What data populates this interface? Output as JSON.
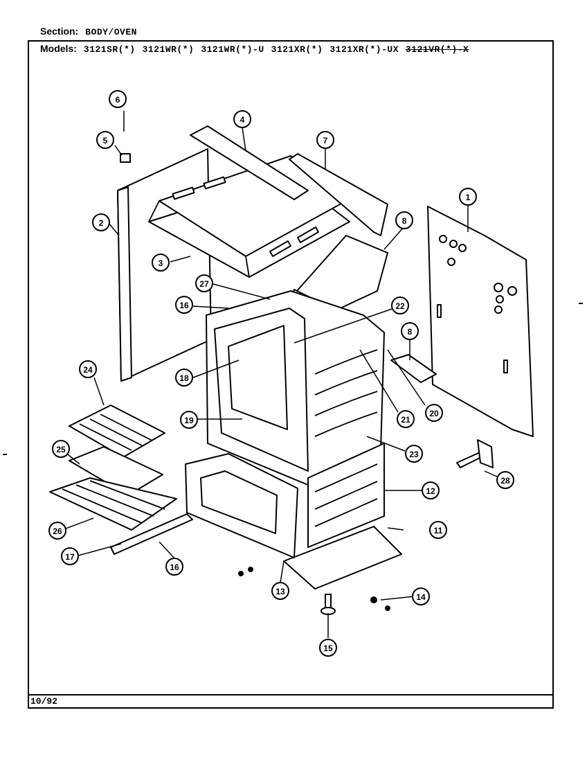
{
  "header": {
    "section_label": "Section:",
    "section_value": "BODY/OVEN",
    "models_label": "Models:",
    "models": [
      "3121SR(*)",
      "3121WR(*)",
      "3121WR(*)-U",
      "3121XR(*)",
      "3121XR(*)-UX"
    ],
    "struck_model": "3121VR(*)-X"
  },
  "callouts": [
    "1",
    "2",
    "3",
    "4",
    "5",
    "6",
    "7",
    "8",
    "8",
    "11",
    "12",
    "13",
    "14",
    "15",
    "16",
    "16",
    "17",
    "18",
    "19",
    "20",
    "21",
    "22",
    "23",
    "24",
    "25",
    "26",
    "27",
    "28"
  ],
  "footer": {
    "date": "10/92"
  }
}
